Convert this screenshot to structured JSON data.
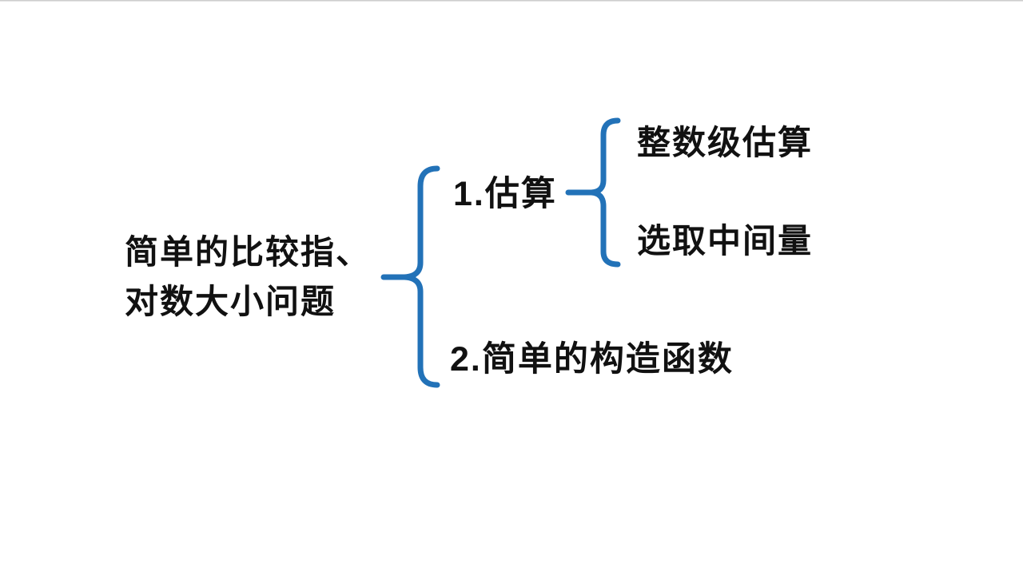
{
  "colors": {
    "brace": "#2272b8",
    "text": "#111111",
    "background": "#ffffff",
    "top_hairline": "#c4c4c4"
  },
  "mindmap": {
    "root": {
      "line1": "简单的比较指、",
      "line2": "对数大小问题"
    },
    "branches": [
      {
        "label": "1.估算",
        "children": [
          {
            "label": "整数级估算"
          },
          {
            "label": "选取中间量"
          }
        ]
      },
      {
        "label": "2.简单的构造函数",
        "children": []
      }
    ]
  }
}
